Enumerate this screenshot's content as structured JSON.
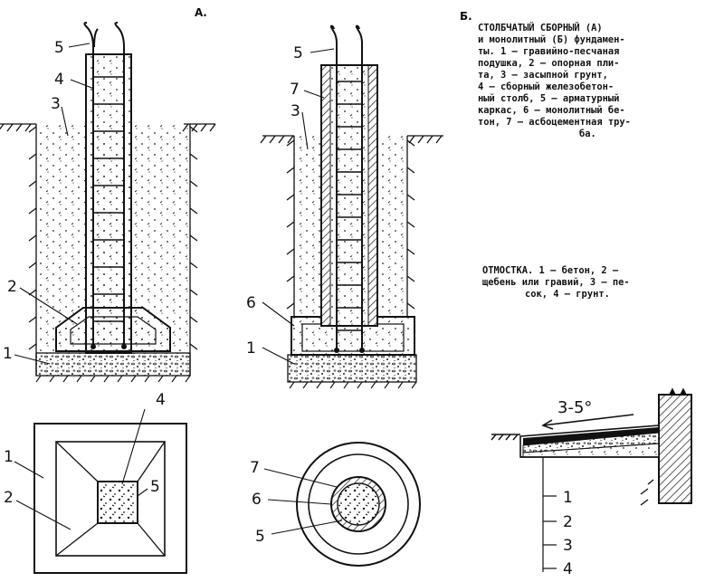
{
  "section_a": {
    "title": "А."
  },
  "section_b": {
    "title": "Б."
  },
  "caption_foundation": {
    "lines": [
      "СТОЛБЧАТЫЙ СБОРНЫЙ (А)",
      "и монолитный (Б) фундамен-",
      "ты. 1 — гравийно-песчаная",
      "подушка, 2 — опорная пли-",
      "та, 3 — засыпной грунт,",
      "4 — сборный железобетон-",
      "ный столб, 5 — арматурный",
      "каркас, 6 — монолитный бе-",
      "тон, 7 — асбоцементная тру-",
      "ба."
    ]
  },
  "caption_otmostka": {
    "lines": [
      "ОТМОСТКА. 1 — бетон, 2 —",
      "щебень или гравий, 3 — пе-",
      "сок, 4 — грунт."
    ]
  },
  "labels_a": [
    "5",
    "4",
    "3",
    "2",
    "1"
  ],
  "labels_b": [
    "5",
    "7",
    "3",
    "6",
    "1"
  ],
  "labels_plan_a": [
    "4",
    "1",
    "5",
    "2"
  ],
  "labels_plan_b": [
    "7",
    "6",
    "5"
  ],
  "labels_otmostka": [
    "1",
    "2",
    "3",
    "4"
  ],
  "otmostka_slope": "3-5°"
}
